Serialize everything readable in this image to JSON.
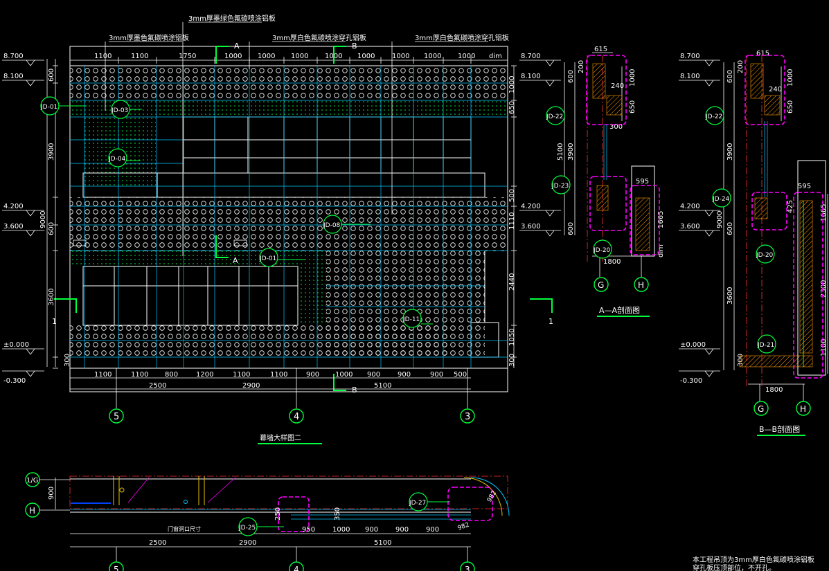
{
  "colors": {
    "background": "#000000",
    "lines": "#ffffff",
    "grid": "#00c8ff",
    "callouts": "#00ff3c",
    "highlight": "#ff00ff",
    "section": "#ff3030"
  },
  "main": {
    "title": "幕墙大样图二",
    "top_notes": [
      "3mm厚墨绿色氟碳喷涂铝板",
      "3mm厚墨色氟碳喷涂铝板",
      "3mm厚白色氟碳喷涂穿孔铝板",
      "3mm厚白色氟碳喷涂穿孔铝板"
    ],
    "section_marks": [
      "A",
      "B",
      "A",
      "B",
      "1",
      "1"
    ],
    "top_dims": [
      "1100",
      "1100",
      "1750",
      "1000",
      "1000",
      "1000",
      "1000",
      "1000",
      "1000",
      "1000",
      "1000",
      "dim"
    ],
    "bottom_dims_1": [
      "1100",
      "1100",
      "800",
      "1200",
      "1100",
      "1100",
      "900",
      "1000",
      "900",
      "900",
      "900",
      "500"
    ],
    "bottom_dims_2": [
      "2500",
      "2900",
      "5100"
    ],
    "left_dims": [
      "600",
      "3900",
      "9000",
      "600",
      "3600",
      "300"
    ],
    "right_dims": [
      "1000",
      "650",
      "500",
      "1110",
      "2440",
      "1050",
      "300"
    ],
    "levels": [
      "8.700",
      "8.100",
      "4.200",
      "3.600",
      "±0.000",
      "-0.300"
    ],
    "callouts": [
      "JD-01",
      "JD-03",
      "JD-04",
      "JD-08",
      "JD-01",
      "JD-11"
    ],
    "axes": [
      "5",
      "4",
      "3"
    ]
  },
  "sectionA": {
    "title": "A—A剖面图",
    "levels": [
      "8.700",
      "8.100",
      "4.200",
      "3.600"
    ],
    "dims": [
      "615",
      "200",
      "1000",
      "600",
      "240",
      "650",
      "300",
      "5100",
      "3900",
      "600",
      "595",
      "1665",
      "1800",
      "dim"
    ],
    "callouts": [
      "JD-22",
      "JD-23",
      "JD-20"
    ],
    "axes": [
      "G",
      "H"
    ]
  },
  "sectionB": {
    "title": "B—B剖面图",
    "levels": [
      "8.700",
      "8.100",
      "4.200",
      "3.600",
      "±0.000",
      "-0.300"
    ],
    "dims": [
      "615",
      "200",
      "1000",
      "600",
      "240",
      "650",
      "3900",
      "9000",
      "600",
      "3600",
      "300",
      "425",
      "595",
      "1665",
      "2300",
      "1100",
      "1800"
    ],
    "callouts": [
      "JD-22",
      "JD-24",
      "JD-20",
      "JD-21"
    ],
    "axes": [
      "G",
      "H"
    ]
  },
  "plan": {
    "dims_row": [
      "2500",
      "2900",
      "5100"
    ],
    "dims_row2": [
      "950",
      "1000",
      "900",
      "900",
      "900"
    ],
    "vert_dims": [
      "900",
      "250",
      "350"
    ],
    "callouts": [
      "JD-25",
      "JD-27"
    ],
    "angled_dims": [
      "982",
      "982"
    ],
    "axes_left": [
      "1/G",
      "H"
    ],
    "axes_bottom": [
      "5",
      "4",
      "3"
    ],
    "note": "门窗洞口尺寸"
  },
  "footer": {
    "note_line1": "本工程吊顶为3mm厚白色氟碳喷涂铝板",
    "note_line2": "穿孔板压顶部位，不开孔。"
  }
}
